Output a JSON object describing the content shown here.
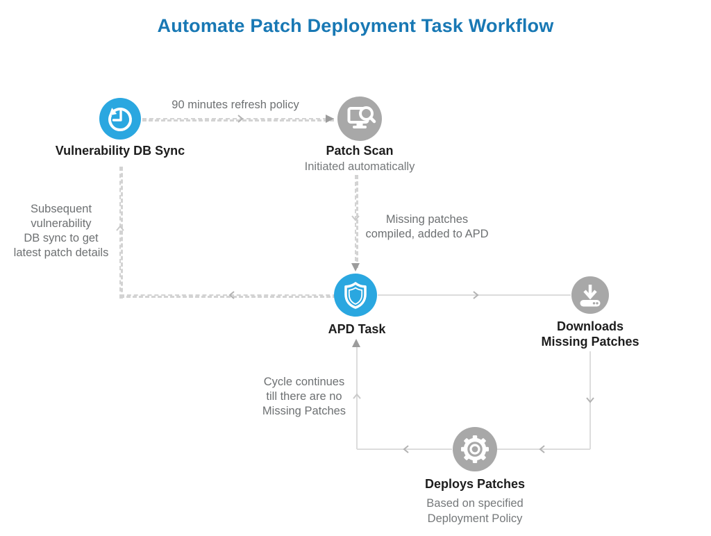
{
  "title": "Automate Patch Deployment Task Workflow",
  "colors": {
    "title_blue": "#1878b4",
    "node_blue": "#2aa7e0",
    "node_gray": "#a8a8a8",
    "line_gray": "#dcdcdc",
    "dash_gray": "#d3d3d3",
    "arrow_gray": "#9c9c9c",
    "text_gray": "#6d7072",
    "text_dark": "#1d1d1d"
  },
  "nodes": {
    "vulnerability_db_sync": {
      "label": "Vulnerability DB Sync",
      "icon": "history-icon"
    },
    "patch_scan": {
      "label": "Patch Scan",
      "subtitle": "Initiated automatically",
      "icon": "monitor-search-icon"
    },
    "apd_task": {
      "label": "APD Task",
      "icon": "shield-icon"
    },
    "downloads_missing_patches": {
      "label": [
        "Downloads",
        "Missing Patches"
      ],
      "icon": "download-icon"
    },
    "deploys_patches": {
      "label": "Deploys Patches",
      "subtitle": [
        "Based on specified",
        "Deployment Policy"
      ],
      "icon": "gear-icon"
    }
  },
  "annotations": {
    "refresh_policy": "90 minutes refresh policy",
    "missing_patches": [
      "Missing patches",
      "compiled, added to APD"
    ],
    "subsequent_sync": [
      "Subsequent",
      "vulnerability",
      "DB sync to get",
      "latest patch details"
    ],
    "cycle_continues": [
      "Cycle continues",
      "till there are no",
      "Missing Patches"
    ]
  }
}
